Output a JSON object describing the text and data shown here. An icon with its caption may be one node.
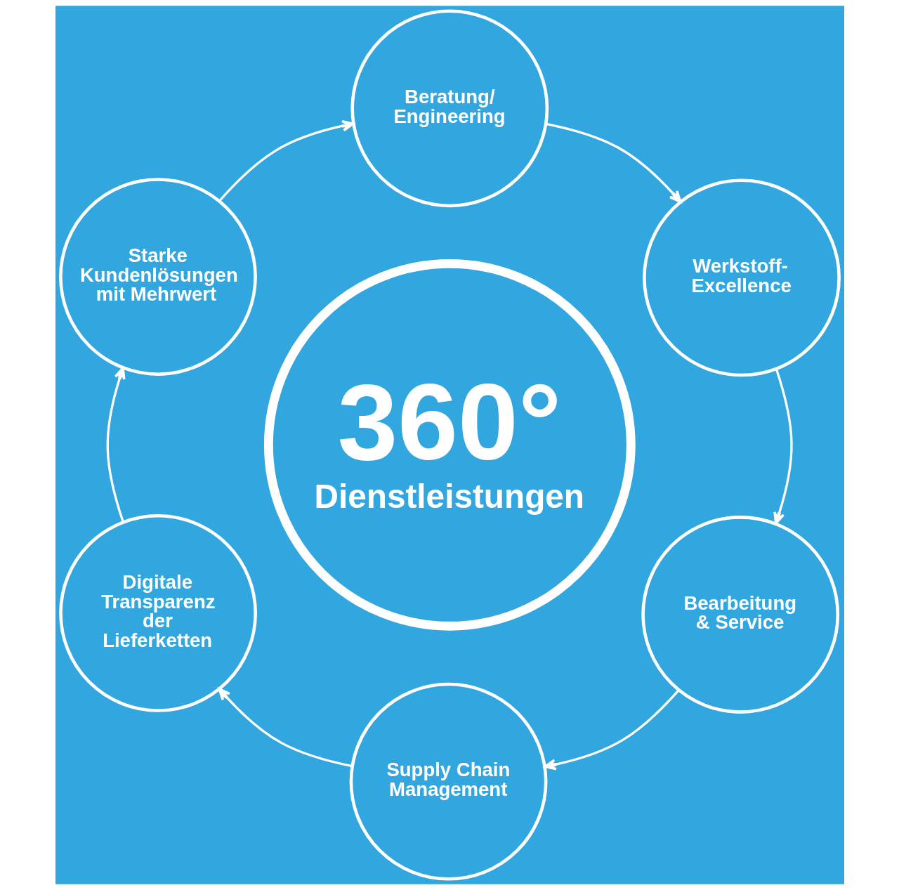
{
  "diagram": {
    "nodes": [
      {
        "text": [
          "Beratung/ Engineering"
        ]
      },
      {
        "text": [
          "Starke Kundenlösungen mit Mehrwert"
        ]
      },
      {
        "text": [
          "Werkstoff- Excellence"
        ]
      },
      {
        "text": [
          "360°",
          "Dienstleistungen"
        ]
      },
      {
        "text": [
          "Digitale Transparenz der Lieferketten"
        ]
      },
      {
        "text": [
          "Bearbeitung & Service"
        ]
      },
      {
        "text": [
          "Supply Chain Management"
        ]
      }
    ],
    "edges": [
      {
        "from": 0,
        "to": 2,
        "arrow": "to"
      },
      {
        "from": 2,
        "to": 5,
        "arrow": "to"
      },
      {
        "from": 5,
        "to": 6,
        "arrow": "to"
      },
      {
        "from": 6,
        "to": 4,
        "arrow": "to"
      },
      {
        "from": 4,
        "to": 1,
        "arrow": "to"
      },
      {
        "from": 1,
        "to": 0,
        "arrow": "to"
      }
    ]
  }
}
